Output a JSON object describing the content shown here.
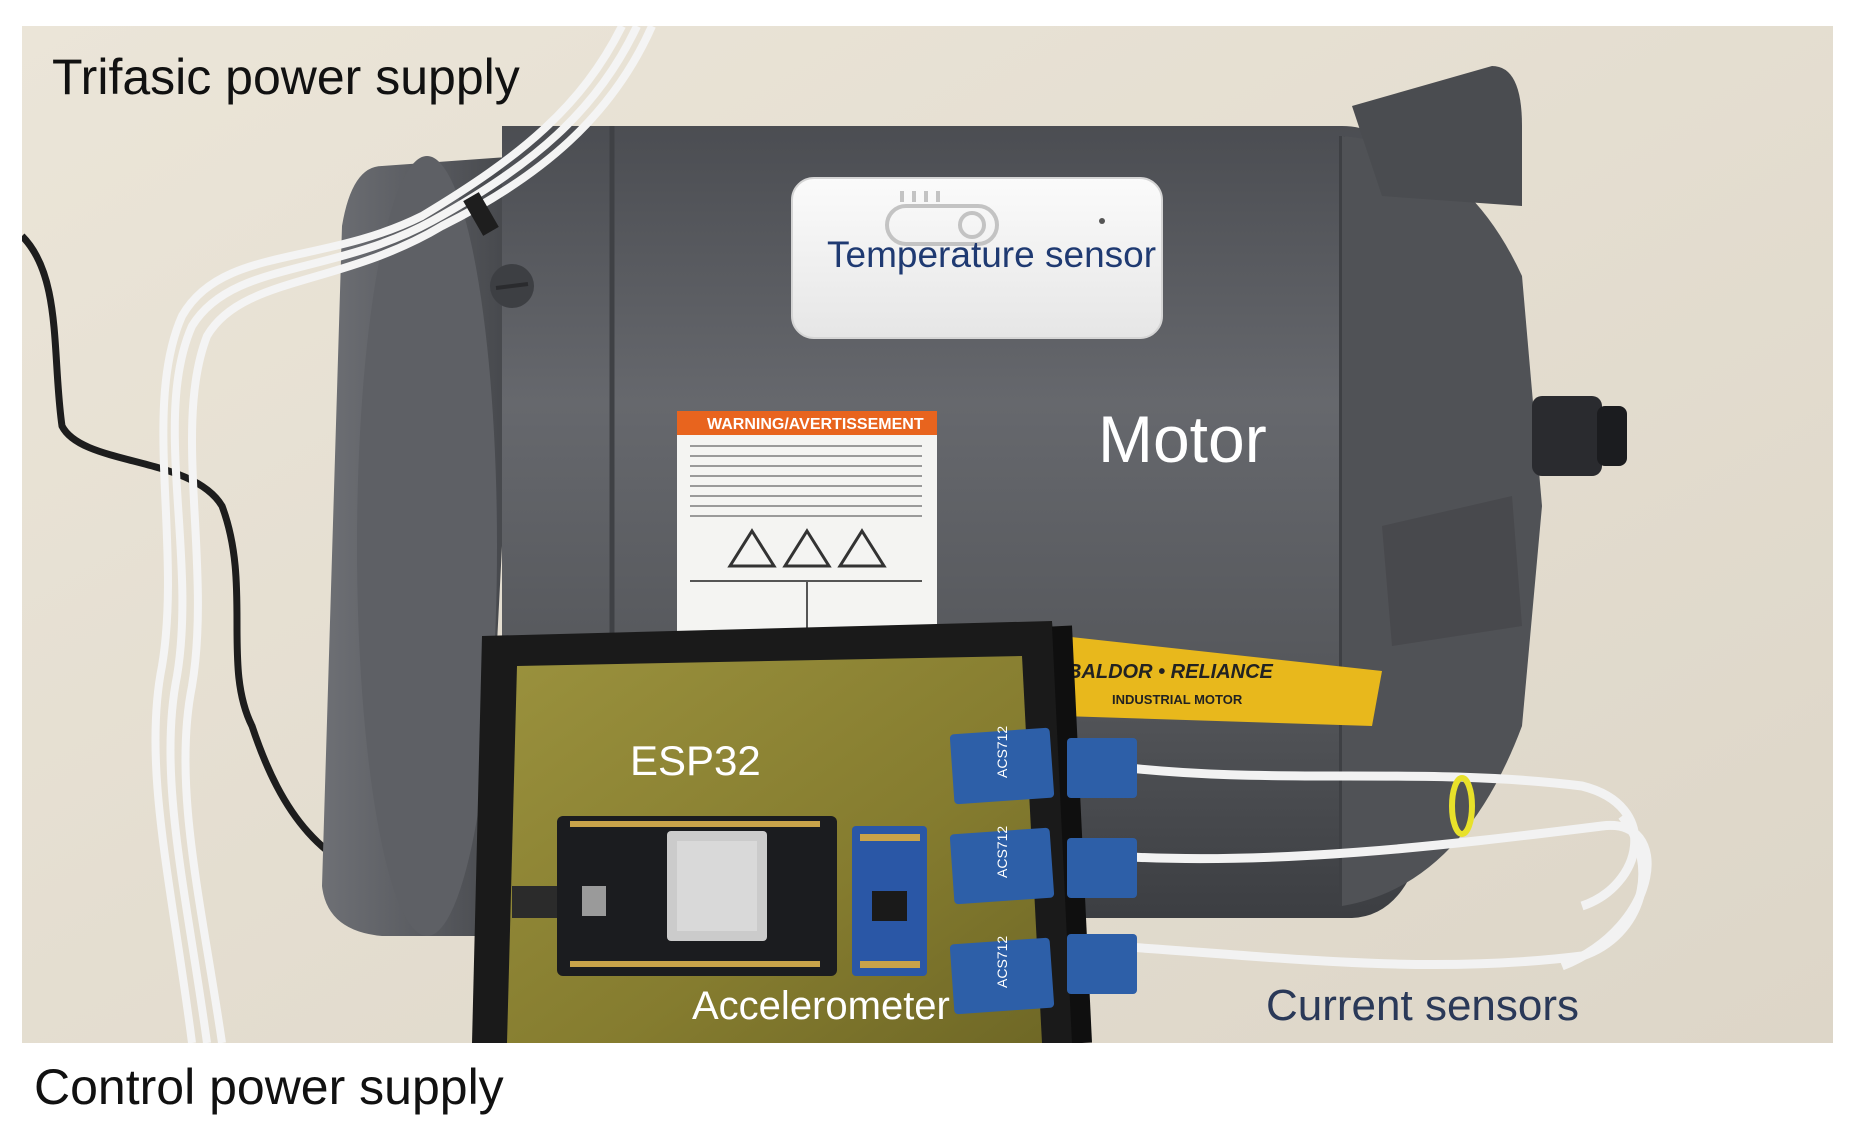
{
  "labels": {
    "trifasic_power_supply": "Trifasic power supply",
    "control_power_supply": "Control power supply",
    "temperature_sensor": "Temperature sensor",
    "motor": "Motor",
    "esp32": "ESP32",
    "accelerometer": "Accelerometer",
    "current_sensors": "Current sensors"
  },
  "motor_nameplate": {
    "warning_label": "WARNING/AVERTISSEMENT",
    "brand": "BALDOR • RELIANCE",
    "brand_sub": "INDUSTRIAL MOTOR"
  },
  "current_sensor_chip_text": "ACS712",
  "colors": {
    "background_surface": "#e7e1d5",
    "motor_body": "#56585c",
    "warning_orange": "#e8641e",
    "baldor_yellow": "#e8b81c",
    "pcb_olive": "#8d8433",
    "enclosure_black": "#1c1c1c",
    "sensor_blue": "#2d5fa8",
    "temperature_label": "#1f3a72",
    "current_label": "#2a3958"
  }
}
